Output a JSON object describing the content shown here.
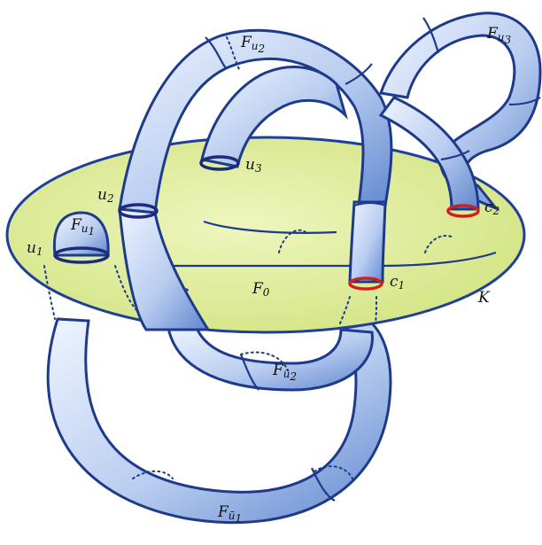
{
  "colors": {
    "disk_fill": "#dcea8e",
    "disk_edge": "#1f3f9a",
    "tube_light": "#e6f0ff",
    "tube_dark": "#5f86cf",
    "outline": "#1e3a8a",
    "circle_red": "#d0201c"
  },
  "labels": {
    "F_u2": {
      "base": "F",
      "sub": "u",
      "subsub": "2",
      "bar": false
    },
    "F_u3": {
      "base": "F",
      "sub": "u",
      "subsub": "3",
      "bar": false
    },
    "u3": {
      "base": "u",
      "sub": "3"
    },
    "u2": {
      "base": "u",
      "sub": "2"
    },
    "F_u1": {
      "base": "F",
      "sub": "u",
      "subsub": "1",
      "bar": false
    },
    "u1": {
      "base": "u",
      "sub": "1"
    },
    "c2": {
      "base": "c",
      "sub": "2"
    },
    "c1": {
      "base": "c",
      "sub": "1"
    },
    "F0": {
      "base": "F",
      "sub": "0"
    },
    "K": {
      "base": "K",
      "sub": ""
    },
    "F_ubar2": {
      "base": "F",
      "sub": "ū",
      "subsub": "2",
      "bar": true
    },
    "F_ubar1": {
      "base": "F",
      "sub": "ū",
      "subsub": "1",
      "bar": true
    }
  }
}
